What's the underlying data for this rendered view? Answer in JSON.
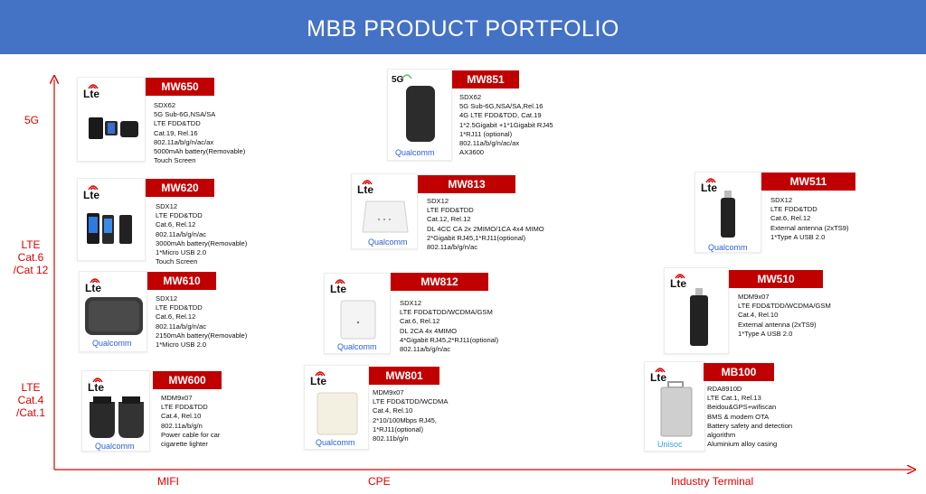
{
  "title": "MBB PRODUCT PORTFOLIO",
  "colors": {
    "header_bg": "#4472c4",
    "accent_red": "#c00000",
    "axis_red": "#e00000",
    "brand_blue": "#2a5fd6"
  },
  "y_axis": {
    "levels": [
      {
        "lines": [
          "5G"
        ]
      },
      {
        "lines": [
          "LTE",
          "Cat.6",
          "/Cat 12"
        ]
      },
      {
        "lines": [
          "LTE",
          "Cat.4",
          "/Cat.1"
        ]
      }
    ]
  },
  "x_axis": {
    "categories": [
      "MIFI",
      "CPE",
      "Industry Terminal"
    ]
  },
  "products": [
    {
      "model": "MW650",
      "badge": "Lte",
      "brand": "",
      "specs": [
        "SDX62",
        "5G Sub-6G,NSA/SA",
        "LTE  FDD&TDD",
        "Cat.19, Rel.16",
        "802.11a/b/g/n/ac/ax",
        "5000mAh battery(Removable)",
        "Touch Screen"
      ]
    },
    {
      "model": "MW620",
      "badge": "Lte",
      "brand": "",
      "specs": [
        "SDX12",
        "LTE  FDD&TDD",
        "Cat.6, Rel.12",
        "802.11a/b/g/n/ac",
        "3000mAh battery(Removable)",
        "1*Micro USB 2.0",
        "Touch Screen"
      ]
    },
    {
      "model": "MW610",
      "badge": "Lte",
      "brand": "Qualcomm",
      "specs": [
        "SDX12",
        "LTE  FDD&TDD",
        "Cat.6, Rel.12",
        "802.11a/b/g/n/ac",
        "2150mAh battery(Removable)",
        "1*Micro USB 2.0"
      ]
    },
    {
      "model": "MW600",
      "badge": "Lte",
      "brand": "Qualcomm",
      "specs": [
        "MDM9x07",
        "LTE  FDD&TDD",
        "Cat.4, Rel.10",
        "802.11a/b/g/n",
        "Power cable for car",
        "cigarette lighter"
      ]
    },
    {
      "model": "MW851",
      "badge": "5G",
      "brand": "Qualcomm",
      "specs": [
        "SDX62",
        "5G Sub-6G,NSA/SA,Rel.16",
        "4G LTE FDD&TDD, Cat.19",
        "1*2.5Gigabit +1*1Gigabit RJ45",
        "1*RJ11 (optional)",
        "802.11a/b/g/n/ac/ax",
        "AX3600"
      ]
    },
    {
      "model": "MW813",
      "badge": "Lte",
      "brand": "Qualcomm",
      "specs": [
        "SDX12",
        "LTE  FDD&TDD",
        "Cat.12, Rel.12",
        "DL  4CC CA  2x 2MIMO/1CA 4x4 MIMO",
        "2*Gigabit  RJ45,1*RJ11(optional)",
        "802.11a/b/g/n/ac"
      ]
    },
    {
      "model": "MW812",
      "badge": "Lte",
      "brand": "Qualcomm",
      "specs": [
        "SDX12",
        "LTE  FDD&TDD/WCDMA/GSM",
        "Cat.6, Rel.12",
        "DL  2CA  4x 4MIMO",
        "4*Gigabit  RJ45,2*RJ11(optional)",
        "802.11a/b/g/n/ac"
      ]
    },
    {
      "model": "MW801",
      "badge": "Lte",
      "brand": "Qualcomm",
      "specs": [
        "MDM9x07",
        "LTE  FDD&TDD/WCDMA",
        "Cat.4, Rel.10",
        "2*10/100Mbps RJ45,",
        "1*RJ11(optional)",
        "802.11b/g/n"
      ]
    },
    {
      "model": "MW511",
      "badge": "Lte",
      "brand": "Qualcomm",
      "specs": [
        "SDX12",
        "LTE  FDD&TDD",
        "Cat.6, Rel.12",
        "External antenna (2xTS9)",
        "1*Type A USB 2.0"
      ]
    },
    {
      "model": "MW510",
      "badge": "Lte",
      "brand": "",
      "specs": [
        "MDM9x07",
        "LTE  FDD&TDD/WCDMA/GSM",
        "Cat.4, Rel.10",
        "External antenna (2xTS9)",
        "1*Type A USB 2.0"
      ]
    },
    {
      "model": "MB100",
      "badge": "Lte",
      "brand": "Unisoc",
      "specs": [
        "RDA8910D",
        "LTE Cat.1, Rel.13",
        "Beidou&GPS+wifiscan",
        "BMS & modem OTA",
        "Battery safety and detection",
        "algorithm",
        "Aluminium alloy casing"
      ]
    }
  ]
}
